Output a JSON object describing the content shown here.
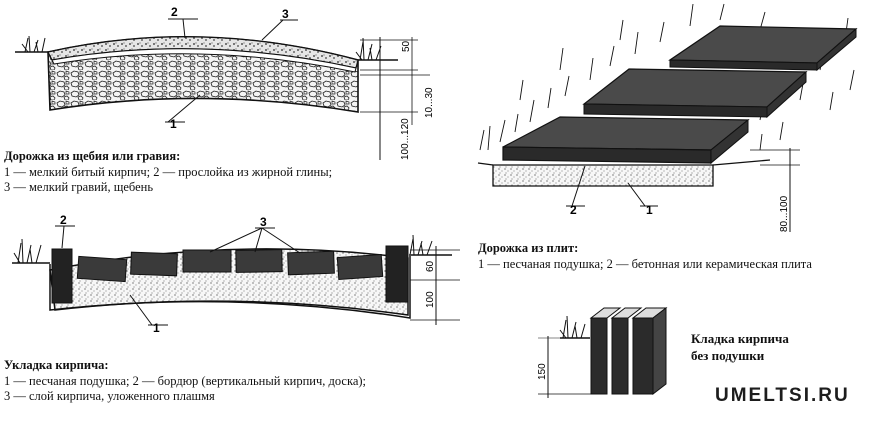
{
  "figure1": {
    "title": "Дорожка из щебия или гравия:",
    "line1": "1 — мелкий битый кирпич; 2 — прослойка из жирной глины;",
    "line2": "3 — мелкий гравий, щебень",
    "labels": [
      "1",
      "2",
      "3"
    ],
    "dims": [
      "50",
      "10...30",
      "100...120"
    ]
  },
  "figure2": {
    "title": "Укладка кирпича:",
    "line1": "1 — песчаная подушка;  2 — бордюр (вертикальный кирпич, доска);",
    "line2": "3 — слой кирпича, уложенного плашмя",
    "labels": [
      "1",
      "2",
      "3"
    ],
    "dims": [
      "60",
      "100"
    ]
  },
  "figure3": {
    "title": "Дорожка из плит:",
    "line1": "1 — песчаная подушка; 2 — бетонная или керамическая плита",
    "labels": [
      "1",
      "2"
    ],
    "dims": [
      "80...100"
    ]
  },
  "figure4": {
    "title_line1": "Кладка кирпича",
    "title_line2": "без подушки",
    "dims": [
      "150"
    ]
  },
  "watermark": "UMELTSI.RU"
}
